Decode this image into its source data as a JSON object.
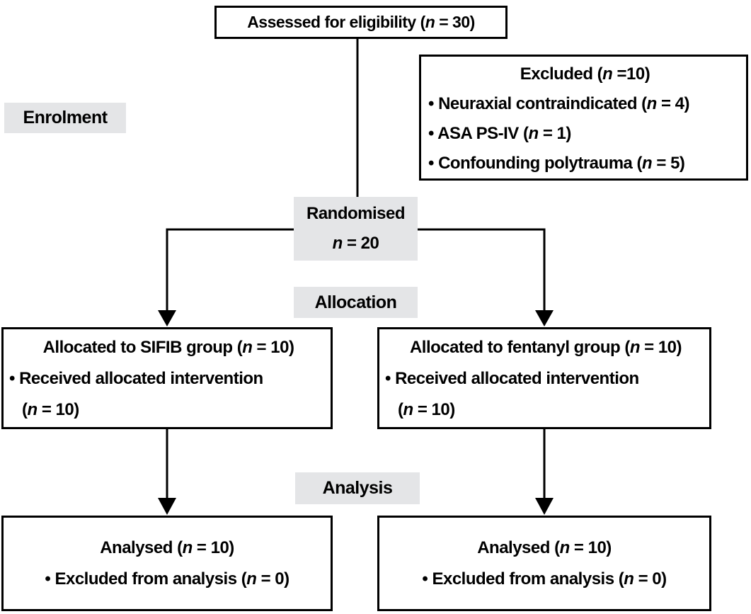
{
  "colors": {
    "background": "#ffffff",
    "text": "#000000",
    "line": "#000000",
    "label_bg": "#e4e5e7"
  },
  "stage_labels": {
    "enrolment": "Enrolment",
    "allocation": "Allocation",
    "analysis": "Analysis"
  },
  "assessed_box": {
    "line": [
      {
        "t": "Assessed for eligibility ("
      },
      {
        "t": "n",
        "em": true
      },
      {
        "t": " = 30)"
      }
    ]
  },
  "excluded_box": {
    "title": [
      {
        "t": "Excluded ("
      },
      {
        "t": "n",
        "em": true
      },
      {
        "t": " =10)"
      }
    ],
    "items": [
      [
        {
          "t": "• Neuraxial contraindicated ("
        },
        {
          "t": "n",
          "em": true
        },
        {
          "t": " = 4)"
        }
      ],
      [
        {
          "t": "• ASA PS-IV ("
        },
        {
          "t": "n",
          "em": true
        },
        {
          "t": " = 1)"
        }
      ],
      [
        {
          "t": "• Confounding polytrauma ("
        },
        {
          "t": "n",
          "em": true
        },
        {
          "t": " = 5)"
        }
      ]
    ]
  },
  "randomised_node": {
    "line1": [
      {
        "t": "Randomised"
      }
    ],
    "line2": [
      {
        "t": "n",
        "em": true
      },
      {
        "t": " = 20"
      }
    ]
  },
  "allocation_left_box": {
    "line1": [
      {
        "t": "Allocated to SIFIB group ("
      },
      {
        "t": "n",
        "em": true
      },
      {
        "t": " = 10)"
      }
    ],
    "line2": [
      {
        "t": "• Received allocated intervention"
      }
    ],
    "line3": [
      {
        "t": "("
      },
      {
        "t": "n",
        "em": true
      },
      {
        "t": " = 10)"
      }
    ]
  },
  "allocation_right_box": {
    "line1": [
      {
        "t": "Allocated to fentanyl group ("
      },
      {
        "t": "n",
        "em": true
      },
      {
        "t": " = 10)"
      }
    ],
    "line2": [
      {
        "t": "• Received allocated intervention"
      }
    ],
    "line3": [
      {
        "t": "("
      },
      {
        "t": "n",
        "em": true
      },
      {
        "t": " = 10)"
      }
    ]
  },
  "analysis_left_box": {
    "line1": [
      {
        "t": "Analysed ("
      },
      {
        "t": "n",
        "em": true
      },
      {
        "t": " = 10)"
      }
    ],
    "line2": [
      {
        "t": "• Excluded from analysis ("
      },
      {
        "t": "n",
        "em": true
      },
      {
        "t": " = 0)"
      }
    ]
  },
  "analysis_right_box": {
    "line1": [
      {
        "t": "Analysed ("
      },
      {
        "t": "n",
        "em": true
      },
      {
        "t": " = 10)"
      }
    ],
    "line2": [
      {
        "t": "• Excluded from analysis ("
      },
      {
        "t": "n",
        "em": true
      },
      {
        "t": " = 0)"
      }
    ]
  }
}
